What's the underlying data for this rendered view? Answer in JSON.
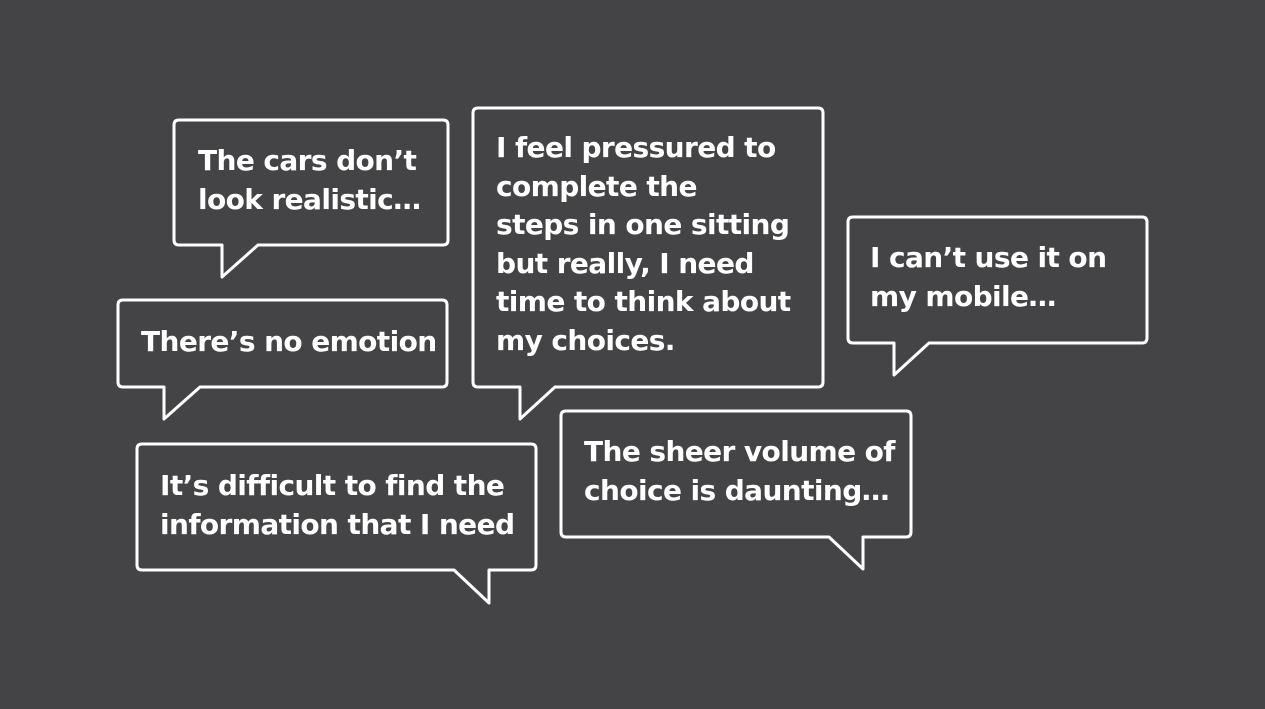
{
  "colors": {
    "background": "#444446",
    "stroke": "#ffffff",
    "text": "#ffffff"
  },
  "bubbles": [
    {
      "id": "cars-realistic",
      "lines": [
        "The cars don’t",
        "look realistic…"
      ]
    },
    {
      "id": "no-emotion",
      "lines": [
        "There’s no emotion"
      ]
    },
    {
      "id": "difficult-info",
      "lines": [
        "It’s difficult to find the",
        "information that I need"
      ]
    },
    {
      "id": "pressured",
      "lines": [
        "I feel pressured to",
        "complete the",
        "steps in one sitting",
        "but really, I need",
        "time to think about",
        "my choices."
      ]
    },
    {
      "id": "volume-choice",
      "lines": [
        "The sheer volume of",
        "choice is daunting…"
      ]
    },
    {
      "id": "mobile",
      "lines": [
        "I can’t use it on",
        "my mobile…"
      ]
    }
  ]
}
